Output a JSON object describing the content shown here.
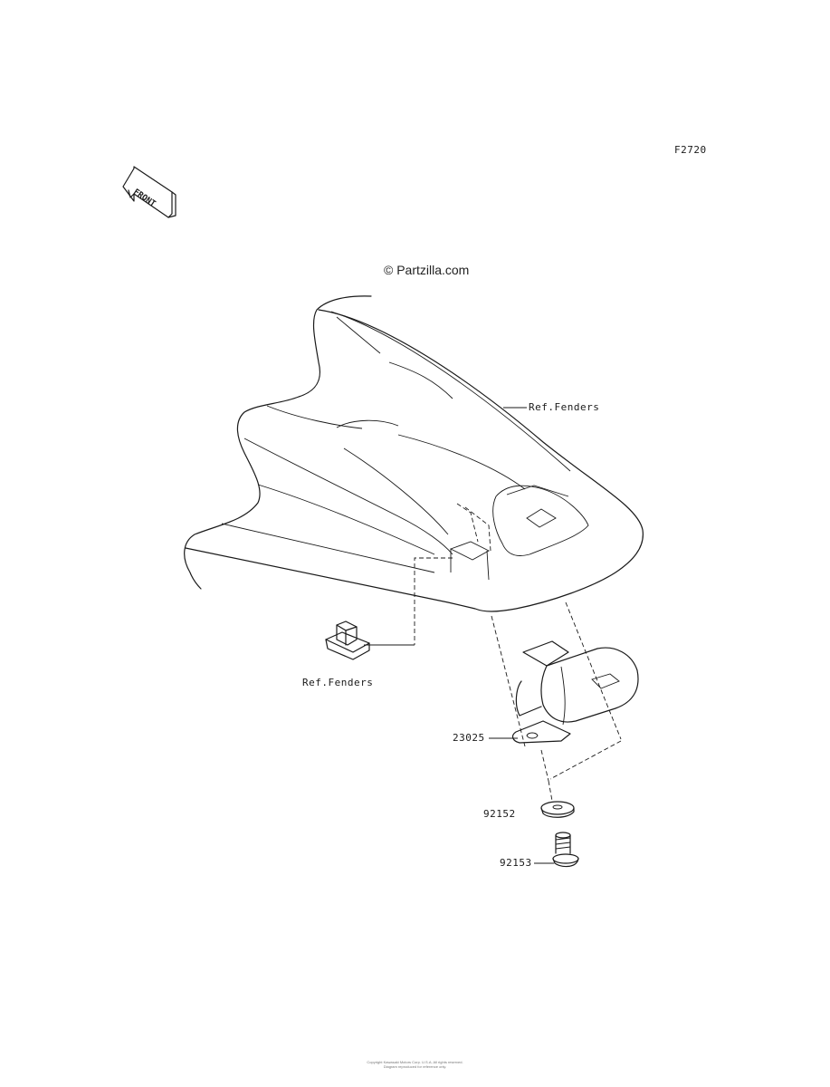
{
  "diagram_code": "F2720",
  "watermark": "© Partzilla.com",
  "front_arrow": {
    "icon": "front-arrow-icon",
    "text": "FRONT"
  },
  "labels": {
    "ref_fenders_top": "Ref.Fenders",
    "ref_fenders_bottom": "Ref.Fenders",
    "part_23025": "23025",
    "part_92152": "92152",
    "part_92153": "92153"
  },
  "footer": {
    "line1": "Copyright Kawasaki Motors Corp. U.S.A. All rights reserved.",
    "line2": "Diagram reproduced for reference only."
  },
  "colors": {
    "line": "#1a1a1a",
    "background": "#ffffff"
  }
}
